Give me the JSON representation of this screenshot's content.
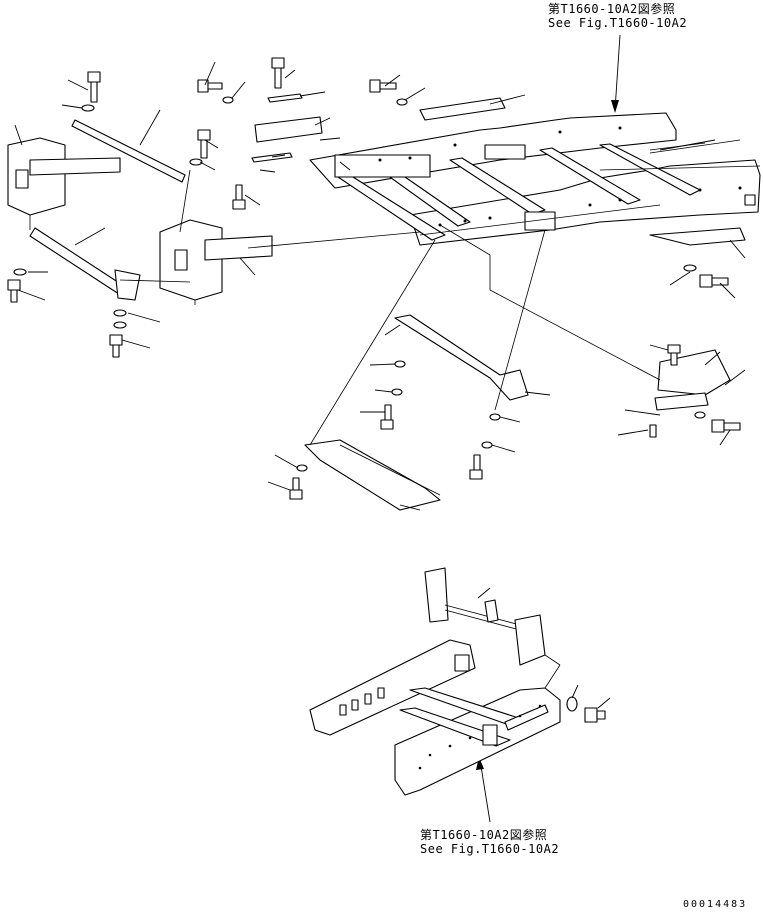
{
  "references": {
    "top": {
      "line1": "第T1660-10A2図参照",
      "line2": "See Fig.T1660-10A2"
    },
    "bottom": {
      "line1": "第T1660-10A2図参照",
      "line2": "See Fig.T1660-10A2"
    }
  },
  "drawing_number": "00014483"
}
